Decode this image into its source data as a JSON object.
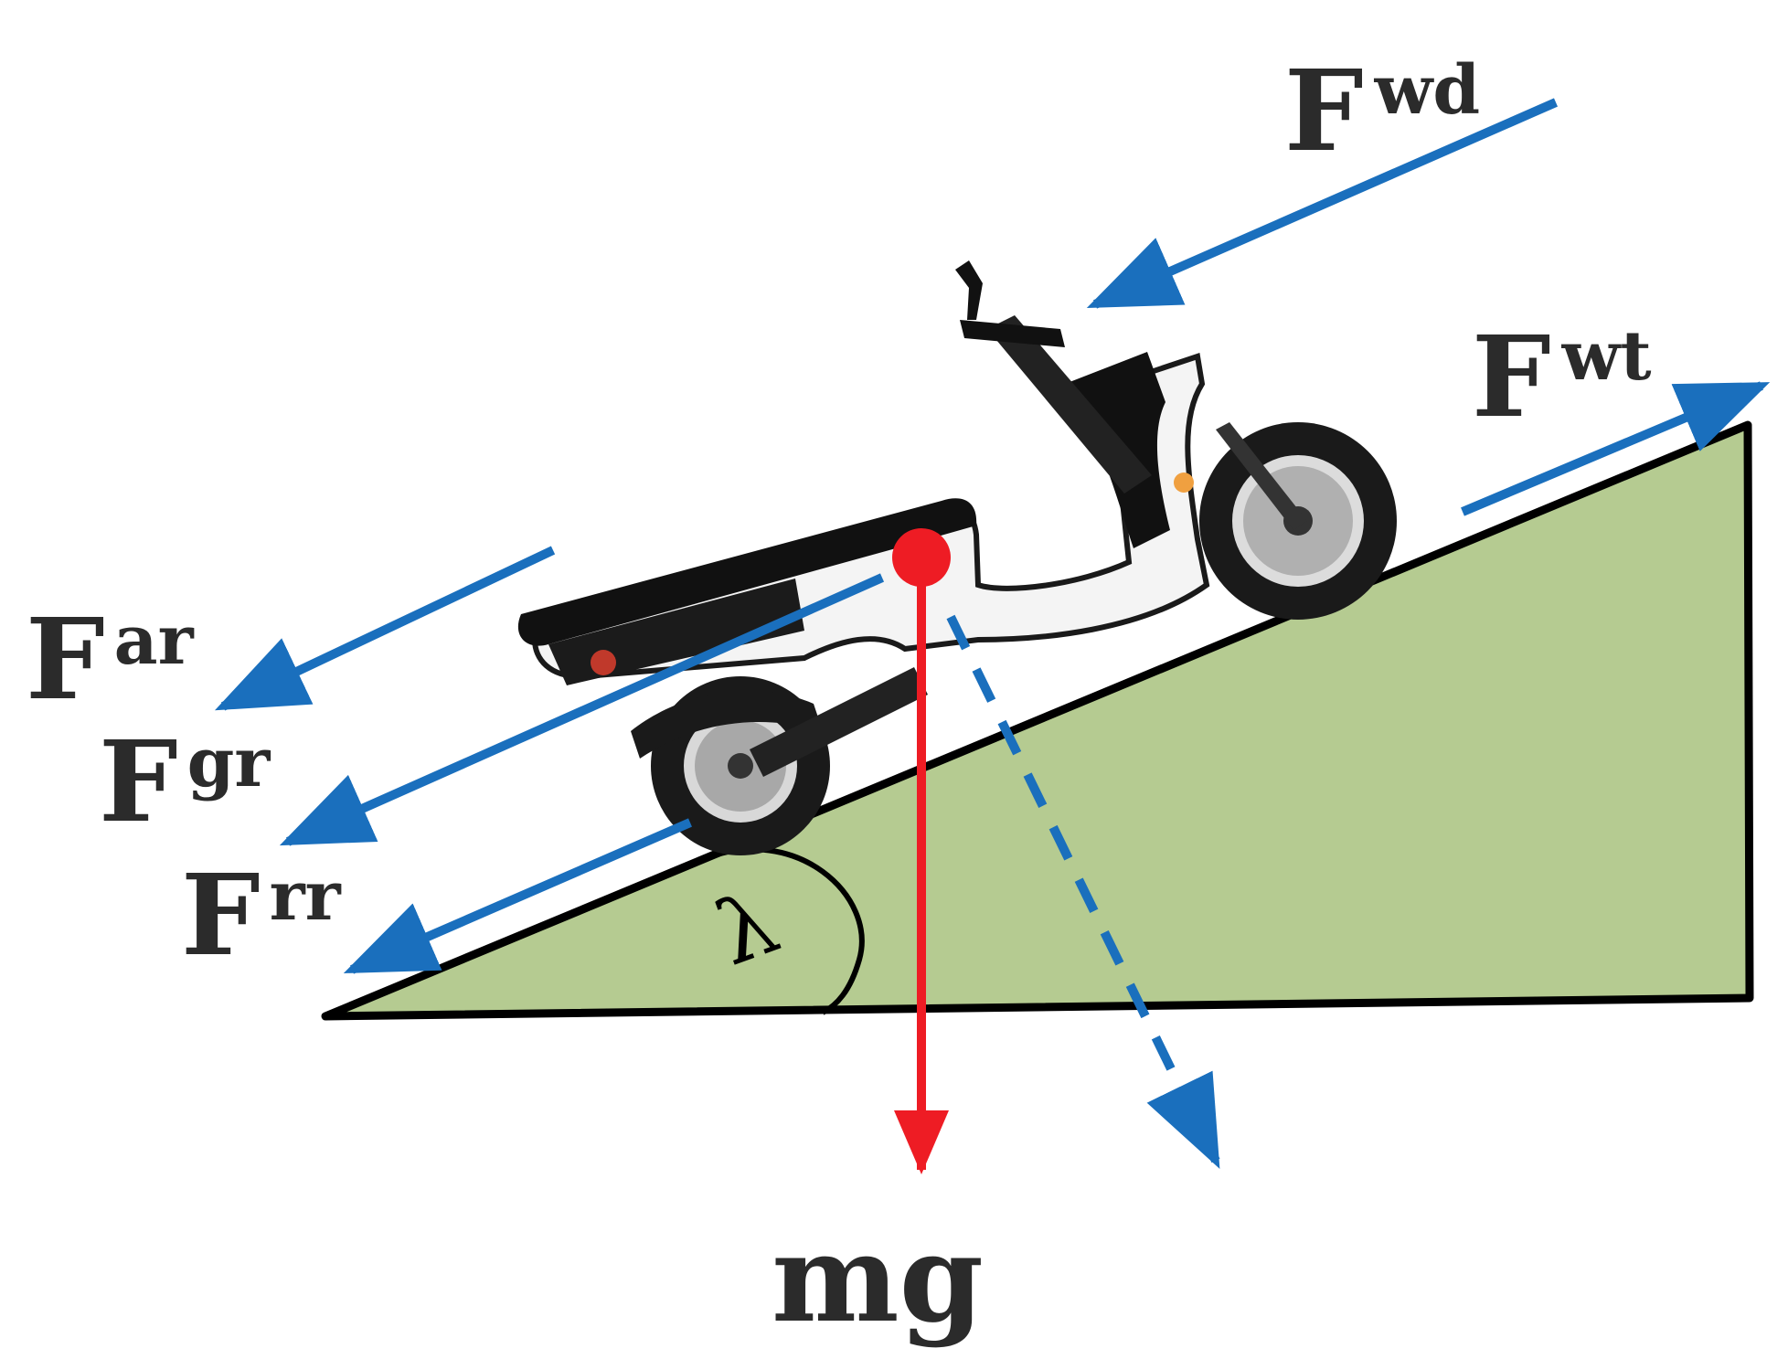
{
  "diagram": {
    "forces": {
      "aerodynamic": {
        "symbol": "F",
        "subscript": "ar"
      },
      "grade": {
        "symbol": "F",
        "subscript": "gr"
      },
      "rolling": {
        "symbol": "F",
        "subscript": "rr"
      },
      "wind": {
        "symbol": "F",
        "subscript": "wd"
      },
      "traction": {
        "symbol": "F",
        "subscript": "wt"
      }
    },
    "angle_label": "λ",
    "weight_label": "mg",
    "colors": {
      "incline_fill": "#b5cb91",
      "incline_stroke": "#000000",
      "force_arrows": "#1a6fbd",
      "weight_arrow": "#ee1c24",
      "center_of_mass": "#ee1c24"
    }
  }
}
